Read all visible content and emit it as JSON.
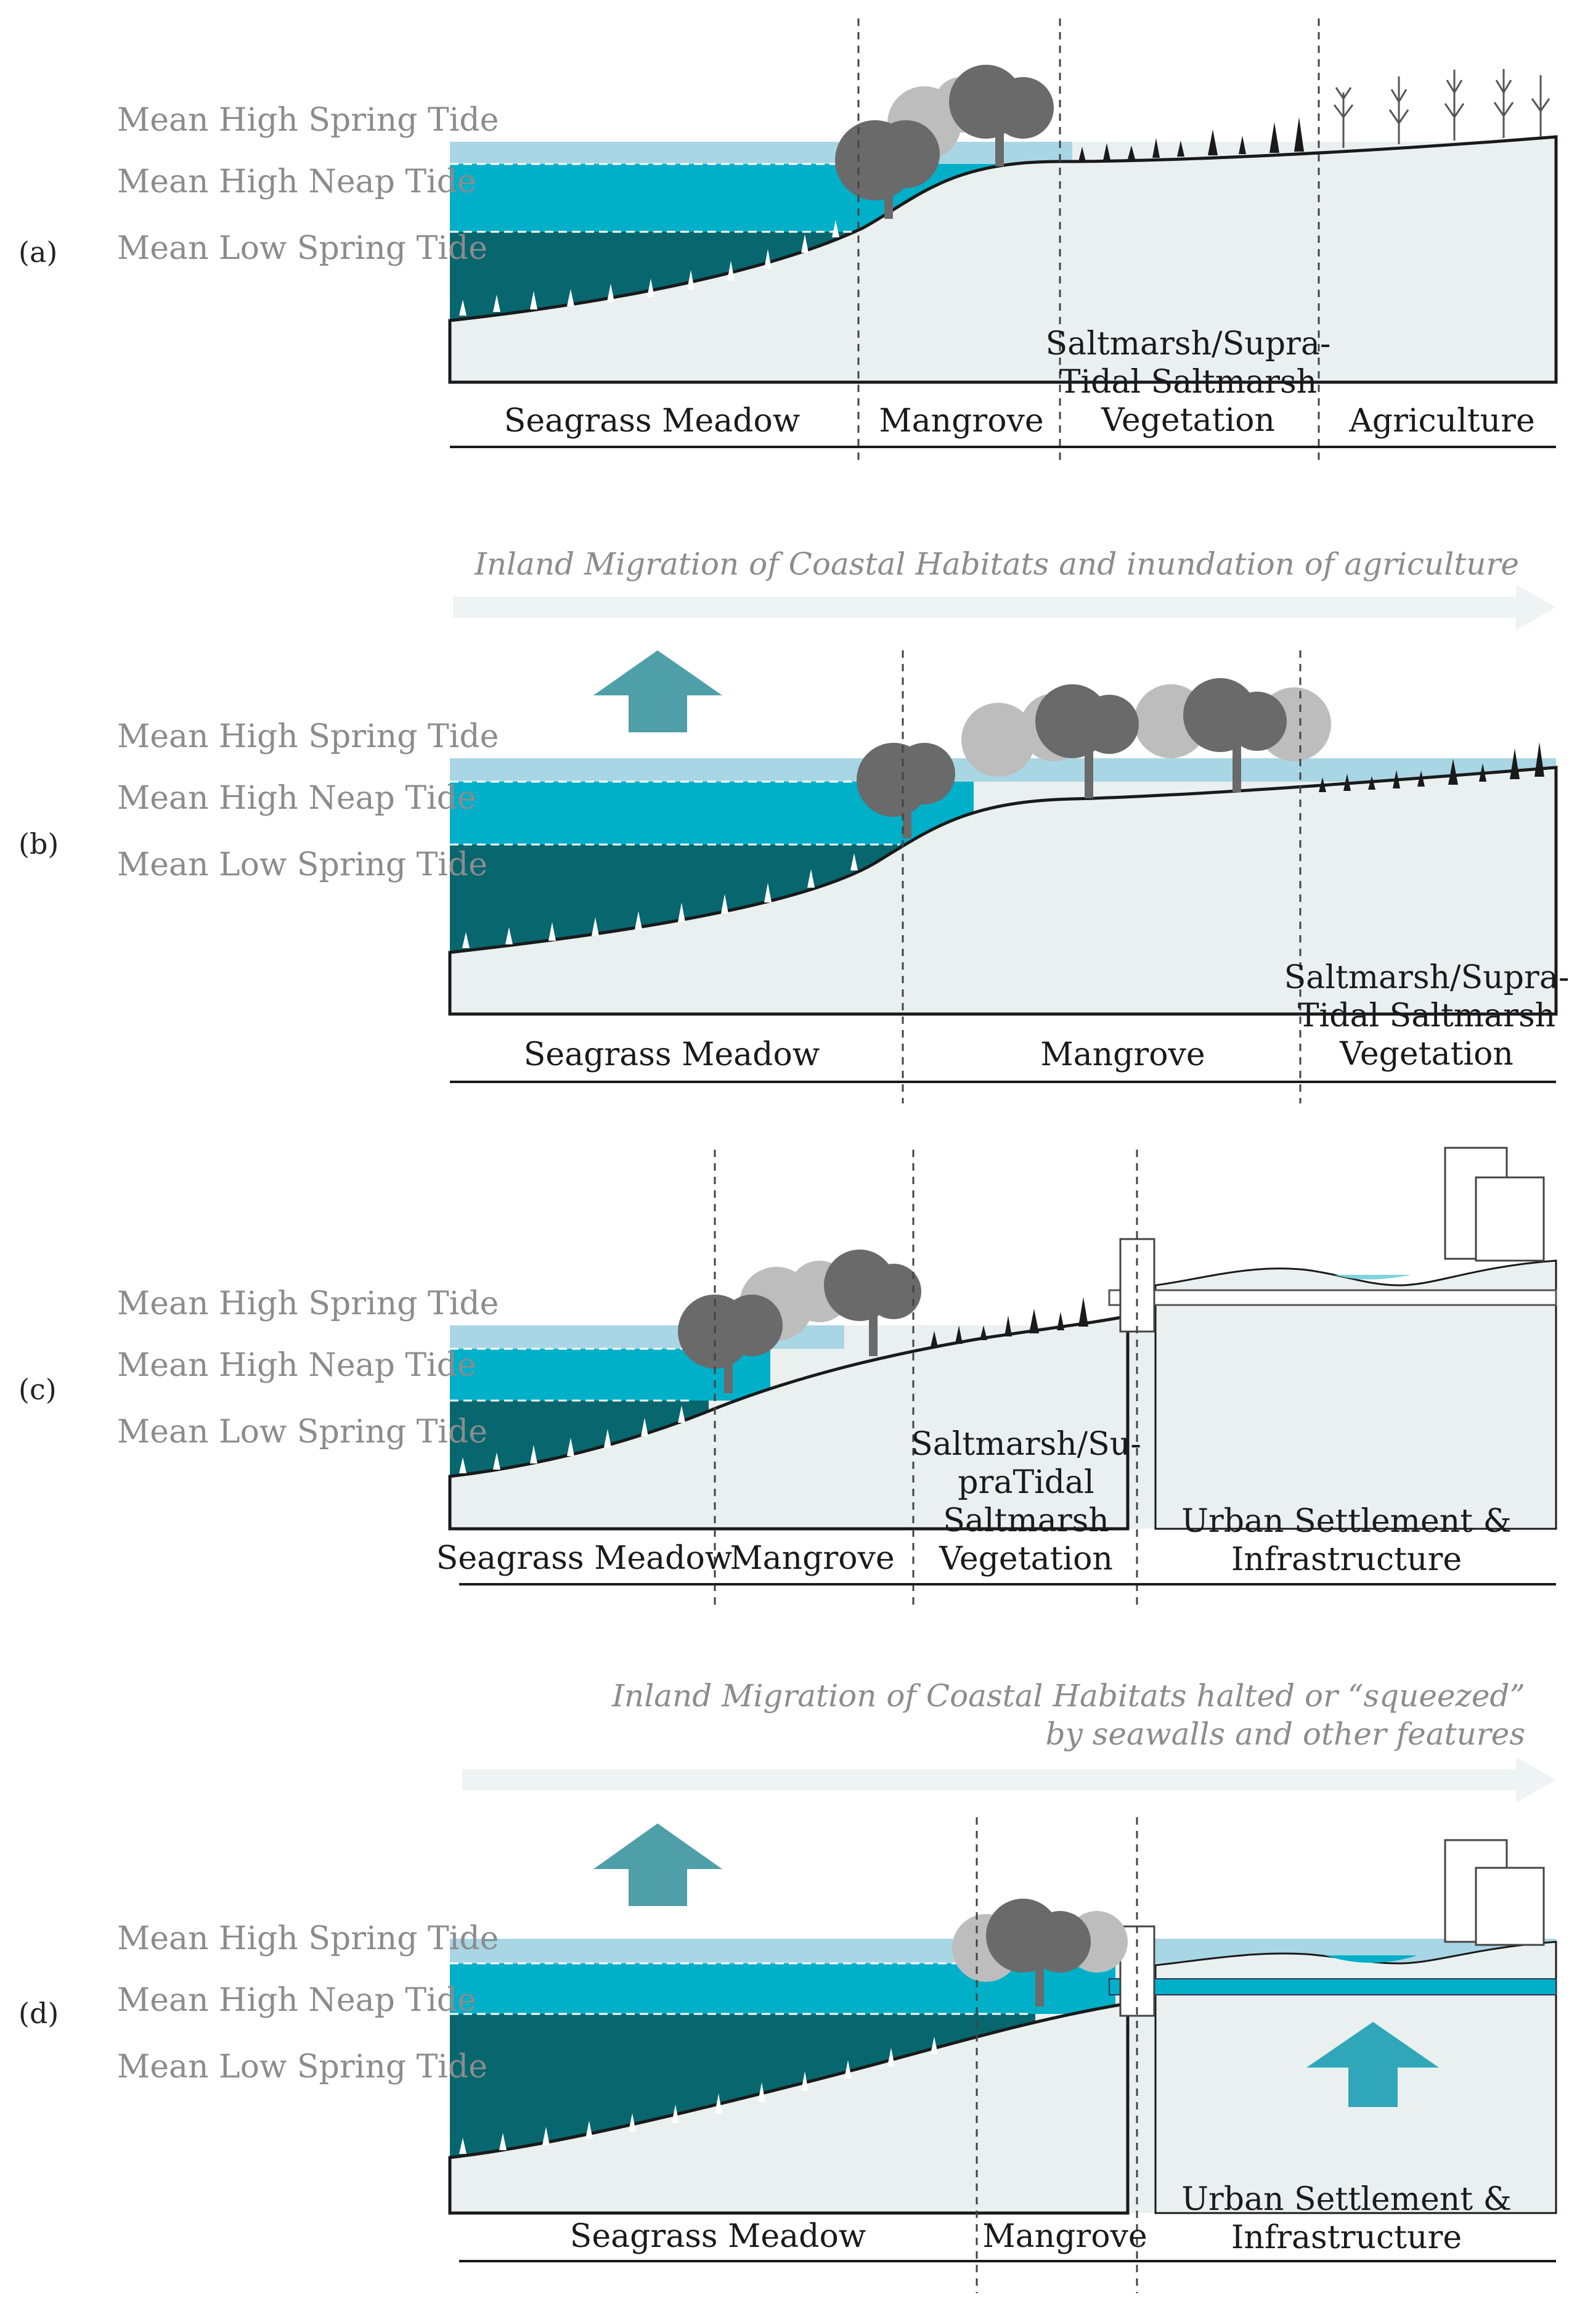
{
  "tide_labels": {
    "high_spring": "Mean High Spring Tide",
    "high_neap": "Mean High Neap Tide",
    "low_spring": "Mean Low Spring Tide"
  },
  "colors": {
    "high_spring_water": "#a9d6e4",
    "high_neap_water": "#00afc8",
    "low_spring_water": "#07666e",
    "land": "#eaf0f0",
    "tree_dark": "#6a6a6a",
    "tree_light": "#bdbdbd",
    "arrow_teal": "#4f9fa9",
    "migration_band": "#eef3f4"
  },
  "panels": [
    {
      "letter": "(a)",
      "zones": [
        {
          "name": "seagrass",
          "lines": [
            "Seagrass Meadow"
          ]
        },
        {
          "name": "mangrove",
          "lines": [
            "Mangrove"
          ]
        },
        {
          "name": "saltmarsh",
          "lines": [
            "Saltmarsh/Supra-",
            "Tidal Saltmarsh",
            "Vegetation"
          ]
        },
        {
          "name": "agriculture",
          "lines": [
            "Agriculture"
          ]
        }
      ]
    },
    {
      "letter": "(b)",
      "migration_text": [
        "Inland Migration of Coastal Habitats and inundation of agriculture"
      ],
      "zones": [
        {
          "name": "seagrass",
          "lines": [
            "Seagrass Meadow"
          ]
        },
        {
          "name": "mangrove",
          "lines": [
            "Mangrove"
          ]
        },
        {
          "name": "saltmarsh",
          "lines": [
            "Saltmarsh/Supra-",
            "Tidal Saltmarsh",
            "Vegetation"
          ]
        }
      ]
    },
    {
      "letter": "(c)",
      "zones": [
        {
          "name": "seagrass",
          "lines": [
            "Seagrass Meadow"
          ]
        },
        {
          "name": "mangrove",
          "lines": [
            "Mangrove"
          ]
        },
        {
          "name": "saltmarsh",
          "lines": [
            "Saltmarsh/Su-",
            "praTidal",
            "Saltmarsh",
            "Vegetation"
          ]
        },
        {
          "name": "urban",
          "lines": [
            "Urban Settlement &",
            "Infrastructure"
          ]
        }
      ]
    },
    {
      "letter": "(d)",
      "migration_text": [
        "Inland Migration of Coastal Habitats halted or “squeezed”",
        "by seawalls and other features"
      ],
      "zones": [
        {
          "name": "seagrass",
          "lines": [
            "Seagrass Meadow"
          ]
        },
        {
          "name": "mangrove",
          "lines": [
            "Mangrove"
          ]
        },
        {
          "name": "urban",
          "lines": [
            "Urban Settlement &",
            "Infrastructure"
          ]
        }
      ]
    }
  ]
}
